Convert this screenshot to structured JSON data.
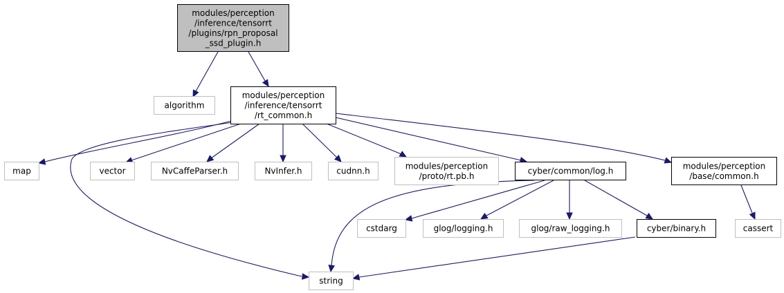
{
  "colors": {
    "edge": "#191970",
    "root_fill": "#bfbfbf",
    "node_border": "#000000",
    "missing_border": "#bfbfbf",
    "text": "#000000",
    "background": "#ffffff"
  },
  "nodes": [
    {
      "id": "root",
      "kind": "root",
      "lines": [
        "modules/perception",
        "/inference/tensorrt",
        "/plugins/rpn_proposal",
        "_ssd_plugin.h"
      ]
    },
    {
      "id": "algorithm",
      "kind": "missing",
      "lines": [
        "algorithm"
      ]
    },
    {
      "id": "rt_common",
      "kind": "file",
      "lines": [
        "modules/perception",
        "/inference/tensorrt",
        "/rt_common.h"
      ]
    },
    {
      "id": "map",
      "kind": "missing",
      "lines": [
        "map"
      ]
    },
    {
      "id": "vector",
      "kind": "missing",
      "lines": [
        "vector"
      ]
    },
    {
      "id": "nvcaffeparser",
      "kind": "missing",
      "lines": [
        "NvCaffeParser.h"
      ]
    },
    {
      "id": "nvinfer",
      "kind": "missing",
      "lines": [
        "NvInfer.h"
      ]
    },
    {
      "id": "cudnn",
      "kind": "missing",
      "lines": [
        "cudnn.h"
      ]
    },
    {
      "id": "rt_pb",
      "kind": "missing",
      "lines": [
        "modules/perception",
        "/proto/rt.pb.h"
      ]
    },
    {
      "id": "log",
      "kind": "file",
      "lines": [
        "cyber/common/log.h"
      ]
    },
    {
      "id": "base_common",
      "kind": "file",
      "lines": [
        "modules/perception",
        "/base/common.h"
      ]
    },
    {
      "id": "cassert",
      "kind": "missing",
      "lines": [
        "cassert"
      ]
    },
    {
      "id": "cstdarg",
      "kind": "missing",
      "lines": [
        "cstdarg"
      ]
    },
    {
      "id": "glog_logging",
      "kind": "missing",
      "lines": [
        "glog/logging.h"
      ]
    },
    {
      "id": "glog_raw_logging",
      "kind": "missing",
      "lines": [
        "glog/raw_logging.h"
      ]
    },
    {
      "id": "binary",
      "kind": "file",
      "lines": [
        "cyber/binary.h"
      ]
    },
    {
      "id": "string",
      "kind": "missing",
      "lines": [
        "string"
      ]
    }
  ],
  "edges": [
    {
      "from": "root",
      "to": "algorithm"
    },
    {
      "from": "root",
      "to": "rt_common"
    },
    {
      "from": "rt_common",
      "to": "map"
    },
    {
      "from": "rt_common",
      "to": "vector"
    },
    {
      "from": "rt_common",
      "to": "nvcaffeparser"
    },
    {
      "from": "rt_common",
      "to": "nvinfer"
    },
    {
      "from": "rt_common",
      "to": "cudnn"
    },
    {
      "from": "rt_common",
      "to": "rt_pb"
    },
    {
      "from": "rt_common",
      "to": "log"
    },
    {
      "from": "rt_common",
      "to": "base_common"
    },
    {
      "from": "rt_common",
      "to": "string"
    },
    {
      "from": "base_common",
      "to": "cassert"
    },
    {
      "from": "log",
      "to": "string"
    },
    {
      "from": "log",
      "to": "cstdarg"
    },
    {
      "from": "log",
      "to": "glog_logging"
    },
    {
      "from": "log",
      "to": "glog_raw_logging"
    },
    {
      "from": "log",
      "to": "binary"
    },
    {
      "from": "binary",
      "to": "string"
    }
  ]
}
